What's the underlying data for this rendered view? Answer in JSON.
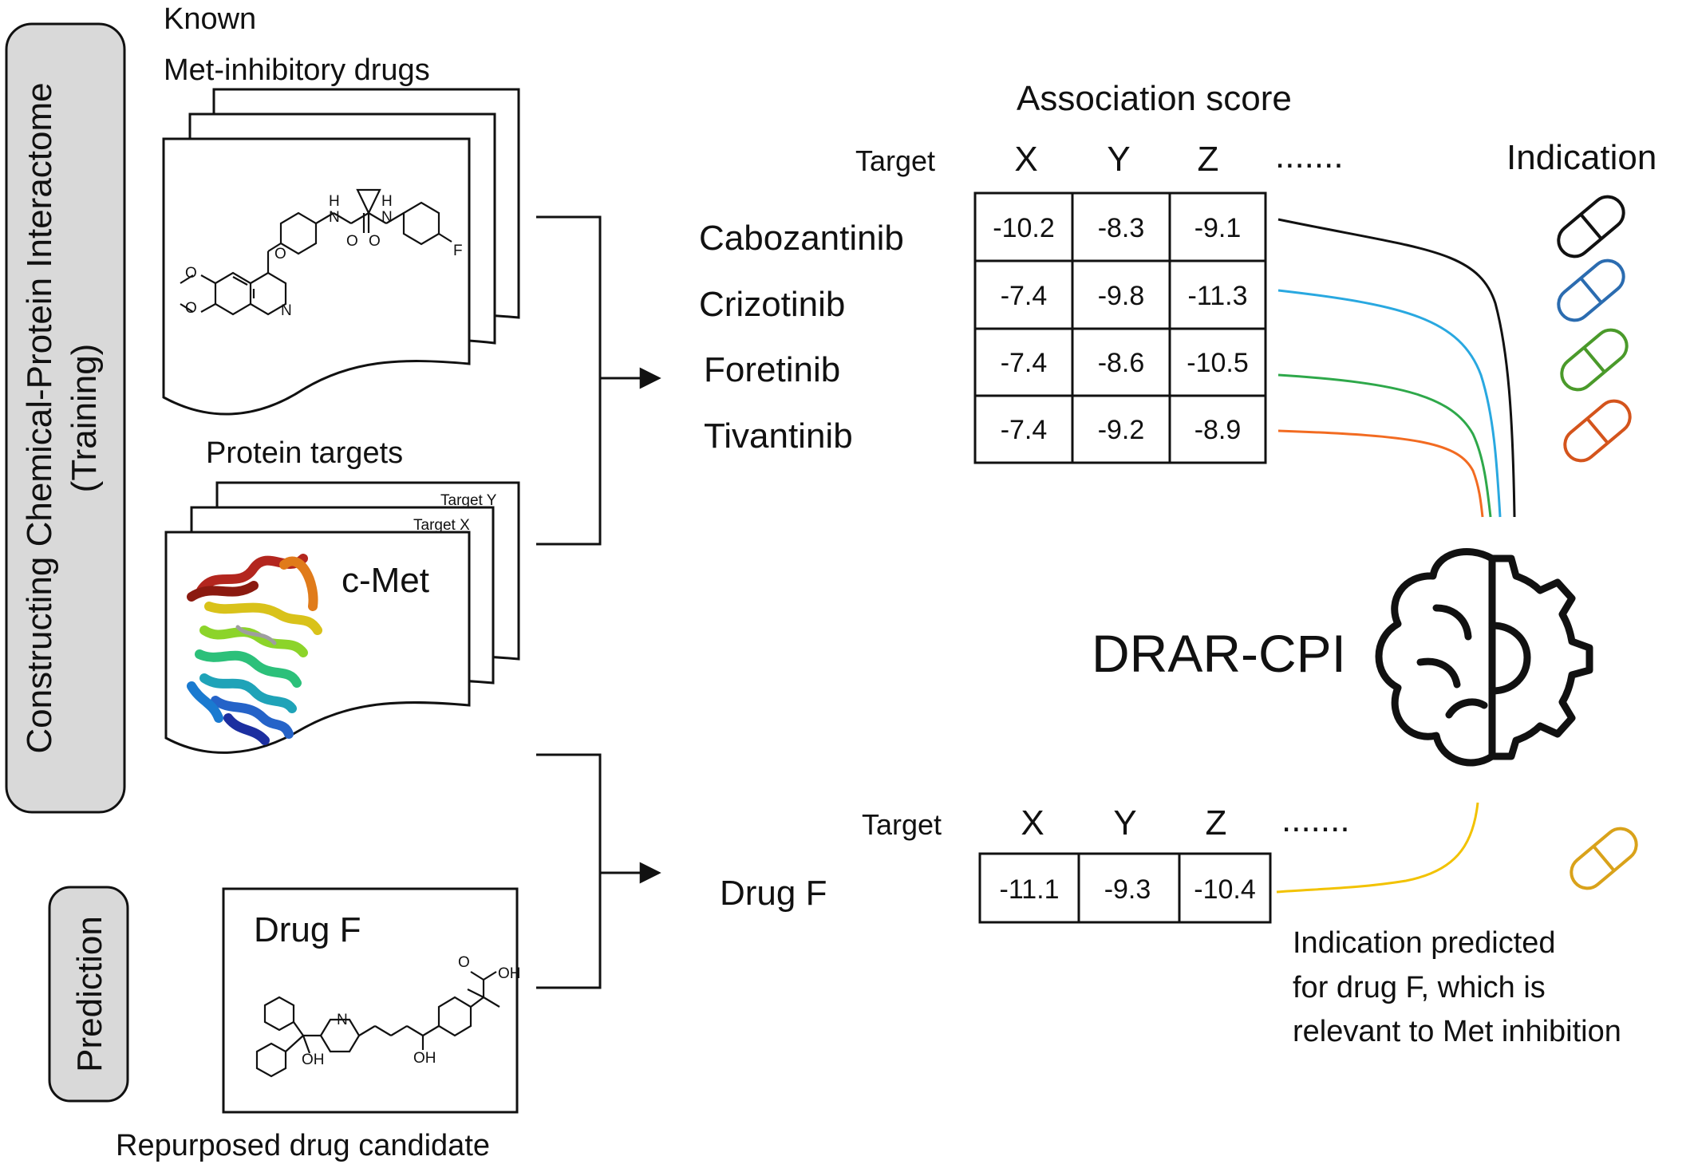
{
  "training_panel": {
    "label_line1": "Constructing Chemical-Protein Interactome",
    "label_line2": "(Training)"
  },
  "prediction_panel": {
    "label": "Prediction"
  },
  "known_drugs": {
    "title_line1": "Known",
    "title_line2": "Met-inhibitory drugs",
    "structure_labels": {
      "h1": "H",
      "h2": "H",
      "n1": "N",
      "n2": "N",
      "o1": "O",
      "o2": "O",
      "o3": "O",
      "o4": "O",
      "f": "F",
      "n_ring": "N"
    }
  },
  "protein_targets": {
    "title": "Protein targets",
    "back_label_1": "Target Y",
    "back_label_2": "Target X",
    "front_label": "c-Met"
  },
  "candidate": {
    "title": "Drug F",
    "caption": "Repurposed drug candidate",
    "structure_labels": {
      "n": "N",
      "oh1": "OH",
      "oh2": "OH",
      "oh3": "OH",
      "o": "O"
    }
  },
  "association": {
    "title": "Association score",
    "target_label": "Target",
    "columns": [
      "X",
      "Y",
      "Z"
    ],
    "more": ".......",
    "rows": [
      {
        "drug": "Cabozantinib",
        "scores": [
          "-10.2",
          "-8.3",
          "-9.1"
        ],
        "color": "#111111"
      },
      {
        "drug": "Crizotinib",
        "scores": [
          "-7.4",
          "-9.8",
          "-11.3"
        ],
        "color": "#29a8e0"
      },
      {
        "drug": "Foretinib",
        "scores": [
          "-7.4",
          "-8.6",
          "-10.5"
        ],
        "color": "#2ea84a"
      },
      {
        "drug": "Tivantinib",
        "scores": [
          "-7.4",
          "-9.2",
          "-8.9"
        ],
        "color": "#f26b21"
      }
    ]
  },
  "indication": {
    "title": "Indication",
    "pill_colors": [
      "#111111",
      "#2b6cb0",
      "#4a9a2a",
      "#d4541c"
    ]
  },
  "model": {
    "name": "DRAR-CPI",
    "icon": "brain-gear-icon"
  },
  "prediction": {
    "target_label": "Target",
    "columns": [
      "X",
      "Y",
      "Z"
    ],
    "more": ".......",
    "drug": "Drug F",
    "scores": [
      "-11.1",
      "-9.3",
      "-10.4"
    ],
    "color": "#f2c200",
    "pill_color": "#d9a21a",
    "caption_line1": "Indication predicted",
    "caption_line2": "for drug F, which is",
    "caption_line3": "relevant to Met inhibition"
  }
}
